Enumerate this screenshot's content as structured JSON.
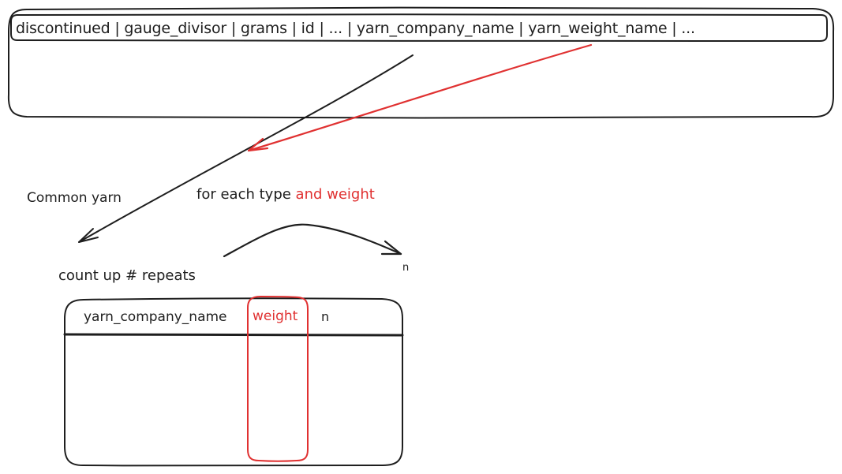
{
  "colors": {
    "ink": "#1e1e1e",
    "accent": "#e03131"
  },
  "source_table": {
    "columns_text": "discontinued | gauge_divisor | grams | id | ... | yarn_company_name | yarn_weight_name | ..."
  },
  "notes": {
    "common_yarn": "Common yarn",
    "for_each_prefix": "for each type ",
    "for_each_highlight": "and weight",
    "count_up": "count up # repeats",
    "output_label": "n"
  },
  "result_table": {
    "columns": [
      "yarn_company_name",
      "weight",
      "n"
    ]
  }
}
